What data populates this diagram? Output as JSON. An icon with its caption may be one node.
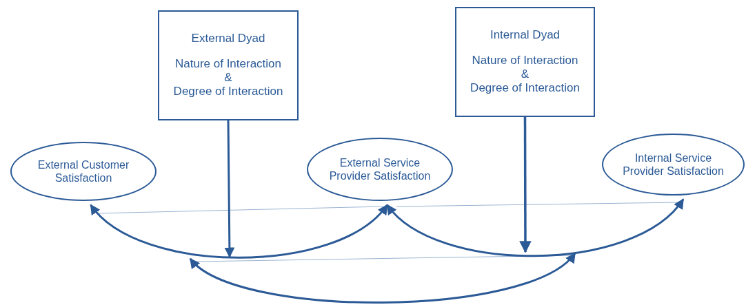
{
  "diagram": {
    "nodes": [
      {
        "text": [
          "External Dyad",
          "Nature of Interaction",
          "&",
          "Degree of Interaction"
        ]
      },
      {
        "text": [
          "Internal Dyad",
          "Nature of Interaction",
          "&",
          "Degree of Interaction"
        ]
      },
      {
        "text": [
          "External Customer Satisfaction"
        ]
      },
      {
        "text": [
          "External Service Provider Satisfaction"
        ]
      },
      {
        "text": [
          "Internal Service Provider Satisfaction"
        ]
      }
    ],
    "edges": [
      {
        "from": 2,
        "to": 3,
        "arrow": "both"
      },
      {
        "from": 3,
        "to": 4,
        "arrow": "both"
      },
      {
        "from": 0,
        "to": null,
        "arrow": "to"
      },
      {
        "from": 1,
        "to": null,
        "arrow": "to"
      }
    ]
  }
}
